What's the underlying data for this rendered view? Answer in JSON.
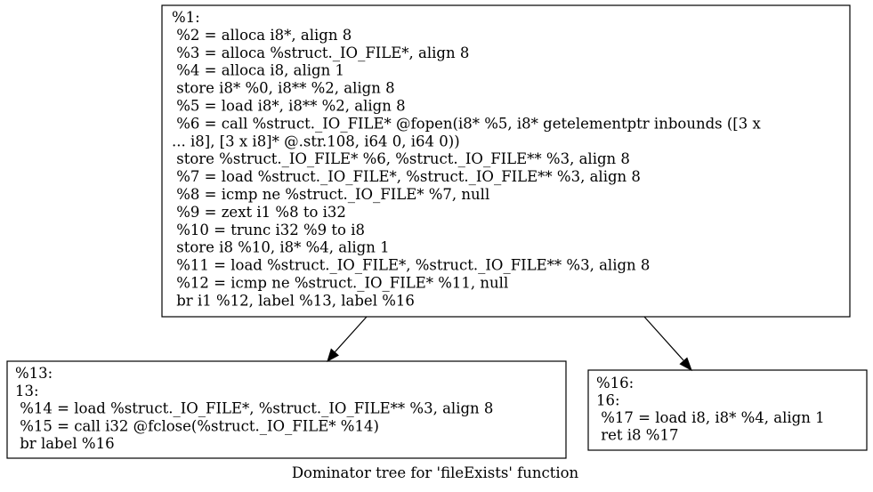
{
  "diagram": {
    "caption": "Dominator tree for 'fileExists' function",
    "nodes": [
      {
        "id": "%1",
        "lines": [
          "%1:",
          " %2 = alloca i8*, align 8",
          " %3 = alloca %struct._IO_FILE*, align 8",
          " %4 = alloca i8, align 1",
          " store i8* %0, i8** %2, align 8",
          " %5 = load i8*, i8** %2, align 8",
          " %6 = call %struct._IO_FILE* @fopen(i8* %5, i8* getelementptr inbounds ([3 x",
          "... i8], [3 x i8]* @.str.108, i64 0, i64 0))",
          " store %struct._IO_FILE* %6, %struct._IO_FILE** %3, align 8",
          " %7 = load %struct._IO_FILE*, %struct._IO_FILE** %3, align 8",
          " %8 = icmp ne %struct._IO_FILE* %7, null",
          " %9 = zext i1 %8 to i32",
          " %10 = trunc i32 %9 to i8",
          " store i8 %10, i8* %4, align 1",
          " %11 = load %struct._IO_FILE*, %struct._IO_FILE** %3, align 8",
          " %12 = icmp ne %struct._IO_FILE* %11, null",
          " br i1 %12, label %13, label %16"
        ]
      },
      {
        "id": "%13",
        "lines": [
          "%13:",
          "13:",
          " %14 = load %struct._IO_FILE*, %struct._IO_FILE** %3, align 8",
          " %15 = call i32 @fclose(%struct._IO_FILE* %14)",
          " br label %16"
        ]
      },
      {
        "id": "%16",
        "lines": [
          "%16:",
          "16:",
          " %17 = load i8, i8* %4, align 1",
          " ret i8 %17"
        ]
      }
    ],
    "edges": [
      {
        "from": "%1",
        "to": "%13"
      },
      {
        "from": "%1",
        "to": "%16"
      }
    ]
  }
}
